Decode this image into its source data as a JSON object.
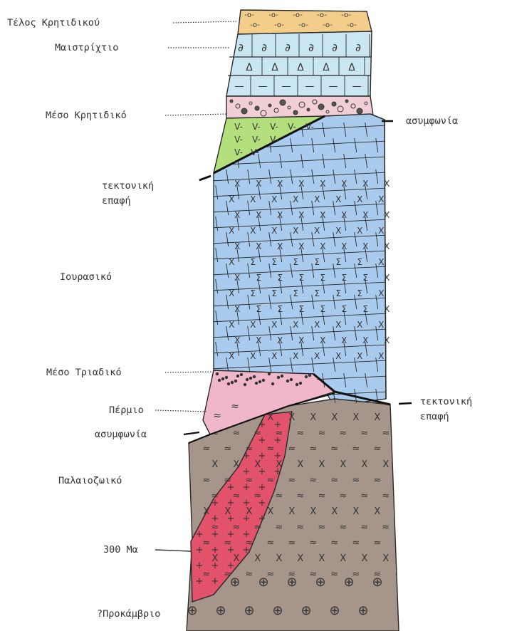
{
  "title": "",
  "palette": {
    "top_cretaceous": "#f3cd8a",
    "maastrichtian": "#c9e6f2",
    "mid_cretaceous": "#f2cfd6",
    "volcanic": "#b3e07d",
    "jurassic": "#a9cbee",
    "permian": "#f0b7cb",
    "paleozoic": "#a5958a",
    "intrusion": "#e2526a",
    "line": "#2a2a2a"
  },
  "left_labels": {
    "end_cretaceous": "Τέλος Κρητιδικού",
    "maastrichtian": "Μαιστρίχτιο",
    "mid_cretaceous": "Μέσο Κρητιδικό",
    "tectonic_contact_1_line1": "τεκτονική",
    "tectonic_contact_1_line2": "επαφή",
    "jurassic": "Ιουρασικό",
    "mid_triassic": "Μέσο Τριαδικό",
    "permian": "Πέρμιο",
    "unconformity_left": "ασυμφωνία",
    "paleozoic": "Παλαιοζωικό",
    "age_300": "300 Μα",
    "precambrian": "?Προκάμβριο"
  },
  "right_labels": {
    "unconformity_right": "ασυμφωνία",
    "tectonic_contact_2_line1": "τεκτονική",
    "tectonic_contact_2_line2": "επαφή"
  },
  "symbols": {
    "oolite": "-o-",
    "ammonite": "∂",
    "triangle": "Δ",
    "dash": "—",
    "volcanic": "V",
    "cross": "X",
    "sigma": "Σ",
    "plus": "+",
    "tilde": "≈",
    "circle_plus": "⊕"
  }
}
